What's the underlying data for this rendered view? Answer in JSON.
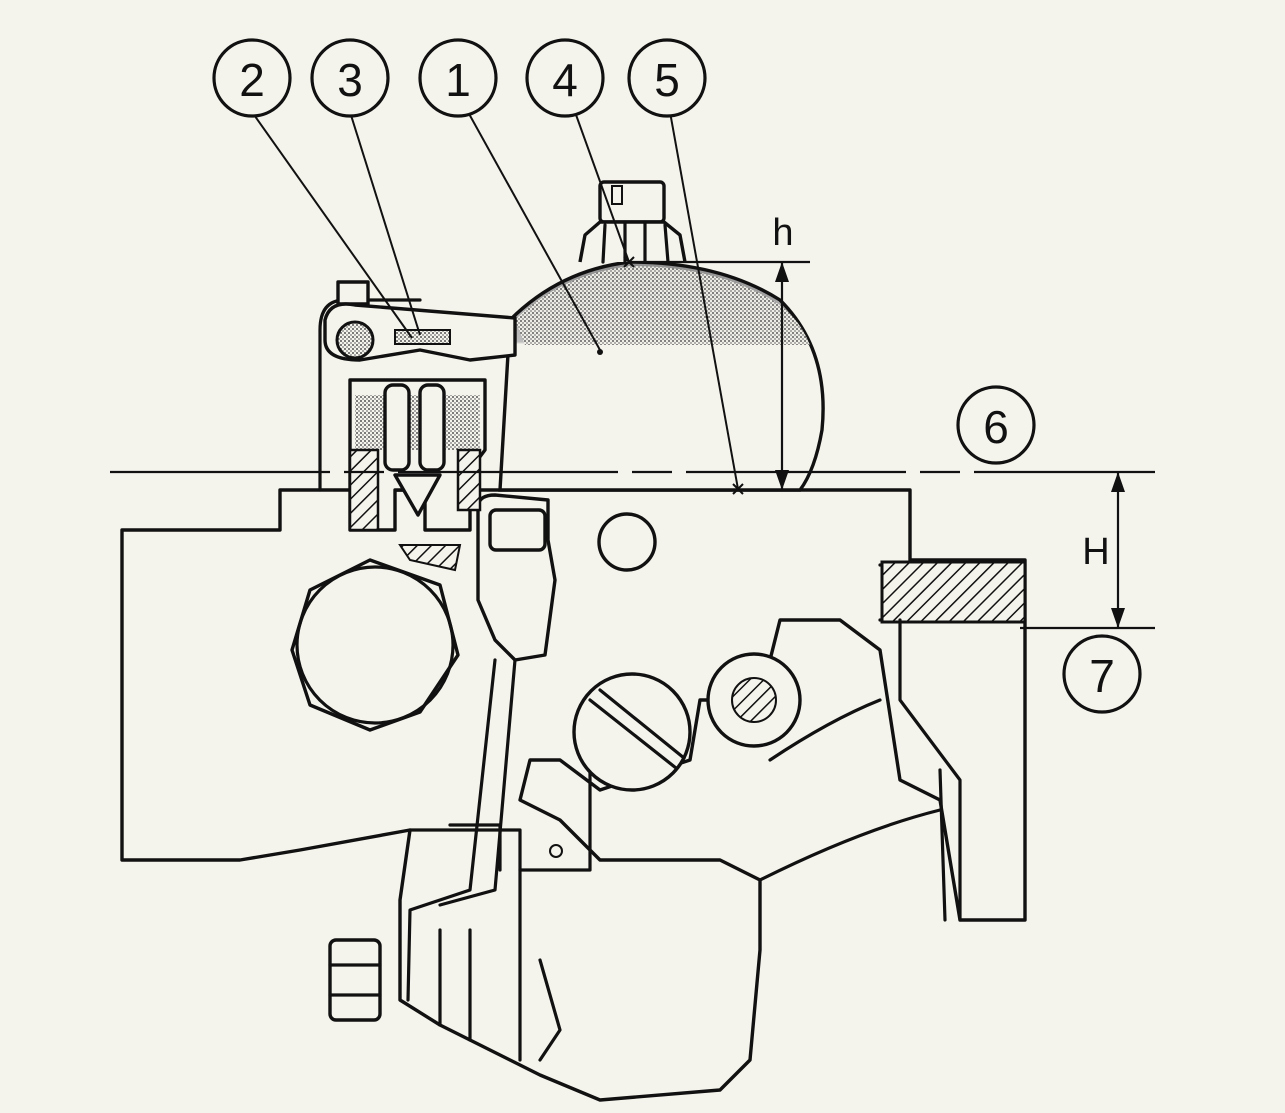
{
  "callouts": [
    {
      "id": "2",
      "label": "2"
    },
    {
      "id": "3",
      "label": "3"
    },
    {
      "id": "1",
      "label": "1"
    },
    {
      "id": "4",
      "label": "4"
    },
    {
      "id": "5",
      "label": "5"
    },
    {
      "id": "6",
      "label": "6"
    },
    {
      "id": "7",
      "label": "7"
    }
  ],
  "dimensions": {
    "h": "h",
    "H": "H"
  },
  "colors": {
    "ink": "#111111",
    "paper": "#f4f3ec",
    "shading": "#9a9a9a"
  }
}
